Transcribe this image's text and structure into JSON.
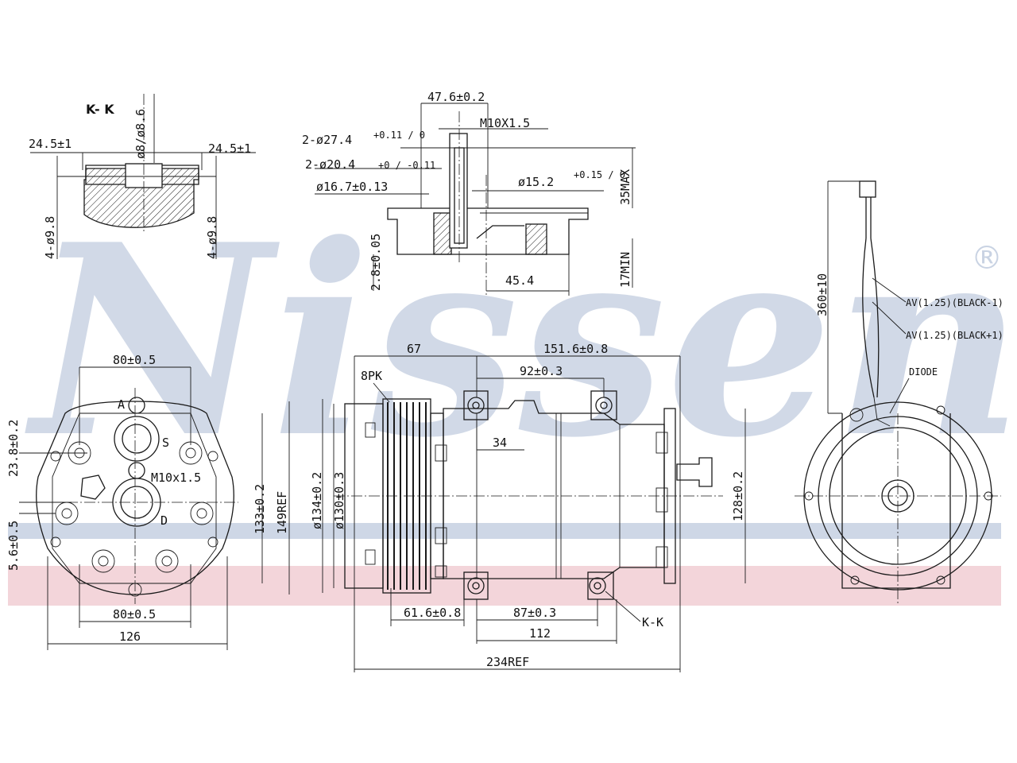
{
  "watermark": {
    "brand": "Nissens",
    "registered_mark": "®",
    "band_blue": "#c9d3e3",
    "band_red": "#f2d0d6"
  },
  "section_kk": {
    "title": "K- K",
    "dim_left": "24.5±1",
    "dim_right": "24.5±1",
    "dim_center": "ø8/ø8.6",
    "dim_hole_left": "4-ø9.8",
    "dim_hole_right": "4-ø9.8"
  },
  "top_view": {
    "dim_width": "47.6±0.2",
    "dim_thread": "M10X1.5",
    "dim_bore1": "2-ø27.4",
    "dim_bore1_tol": "+0.11 / 0",
    "dim_bore2": "2-ø20.4",
    "dim_bore2_tol": "+0 / -0.11",
    "dim_bore3": "ø16.7±0.13",
    "dim_bore4": "ø15.2",
    "dim_bore4_tol": "+0.15 / 0",
    "dim_max": "35MAX",
    "dim_min": "17MIN",
    "dim_depth": "2.8±0.05",
    "dim_span": "45.4"
  },
  "front_view": {
    "dim_top": "80±0.5",
    "dim_bottom": "80±0.5",
    "dim_overall": "126",
    "dim_height1": "133±0.2",
    "dim_height2": "149REF",
    "dim_left1": "23.8±0.2",
    "dim_left2": "5.6±0.5",
    "label_a": "A",
    "label_s": "S",
    "label_d": "D",
    "label_thread": "M10x1.5"
  },
  "side_view": {
    "dim_pulley": "67",
    "dim_body": "151.6±0.8",
    "dim_ports": "92±0.3",
    "dim_belt": "8PK",
    "dim_34": "34",
    "dim_d134": "ø134±0.2",
    "dim_d130": "ø130±0.3",
    "dim_h128": "128±0.2",
    "dim_61": "61.6±0.8",
    "dim_87": "87±0.3",
    "dim_112": "112",
    "dim_total": "234REF",
    "label_kk": "K-K"
  },
  "rear_view": {
    "dim_wire": "360±10",
    "wire1": "AV(1.25)(BLACK-1)",
    "wire2": "AV(1.25)(BLACK+1)",
    "label_diode": "DIODE"
  }
}
